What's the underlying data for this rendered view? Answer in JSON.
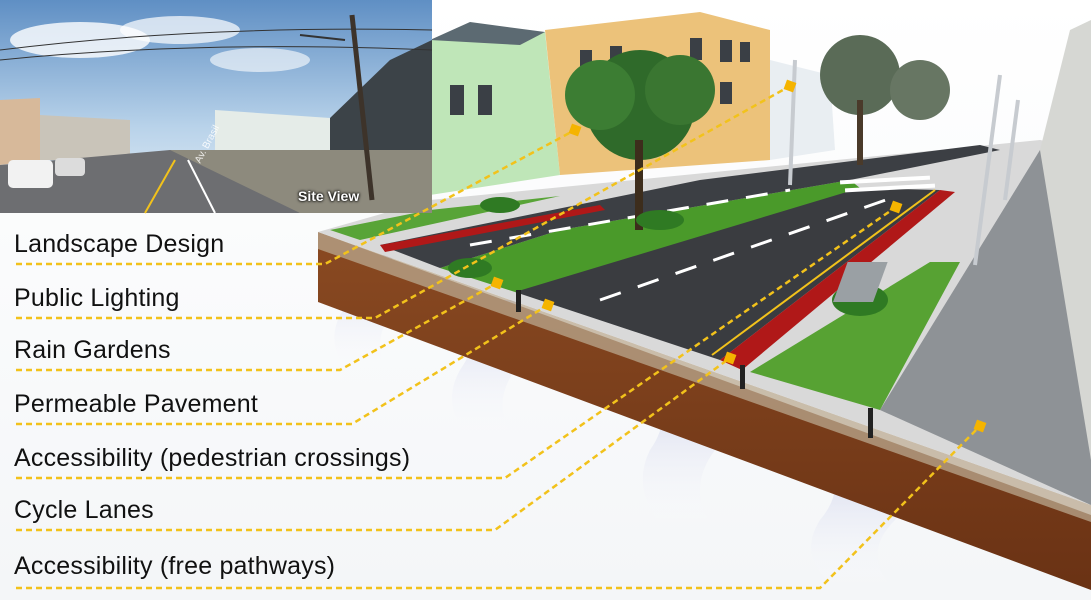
{
  "photo": {
    "caption": "Site View",
    "street_sign": "Av. Brasil"
  },
  "labels": [
    "Landscape Design",
    "Public Lighting",
    "Rain Gardens",
    "Permeable Pavement",
    "Accessibility (pedestrian crossings)",
    "Cycle Lanes",
    "Accessibility (free pathways)"
  ],
  "colors": {
    "leader_line": "#f2c21b",
    "marker": "#f5b400",
    "soil": "#7a3e1c",
    "grass": "#4a9a2a",
    "asphalt": "#3c3f44",
    "cycle_lane": "#b01818",
    "sky": "#9fc6e6"
  }
}
